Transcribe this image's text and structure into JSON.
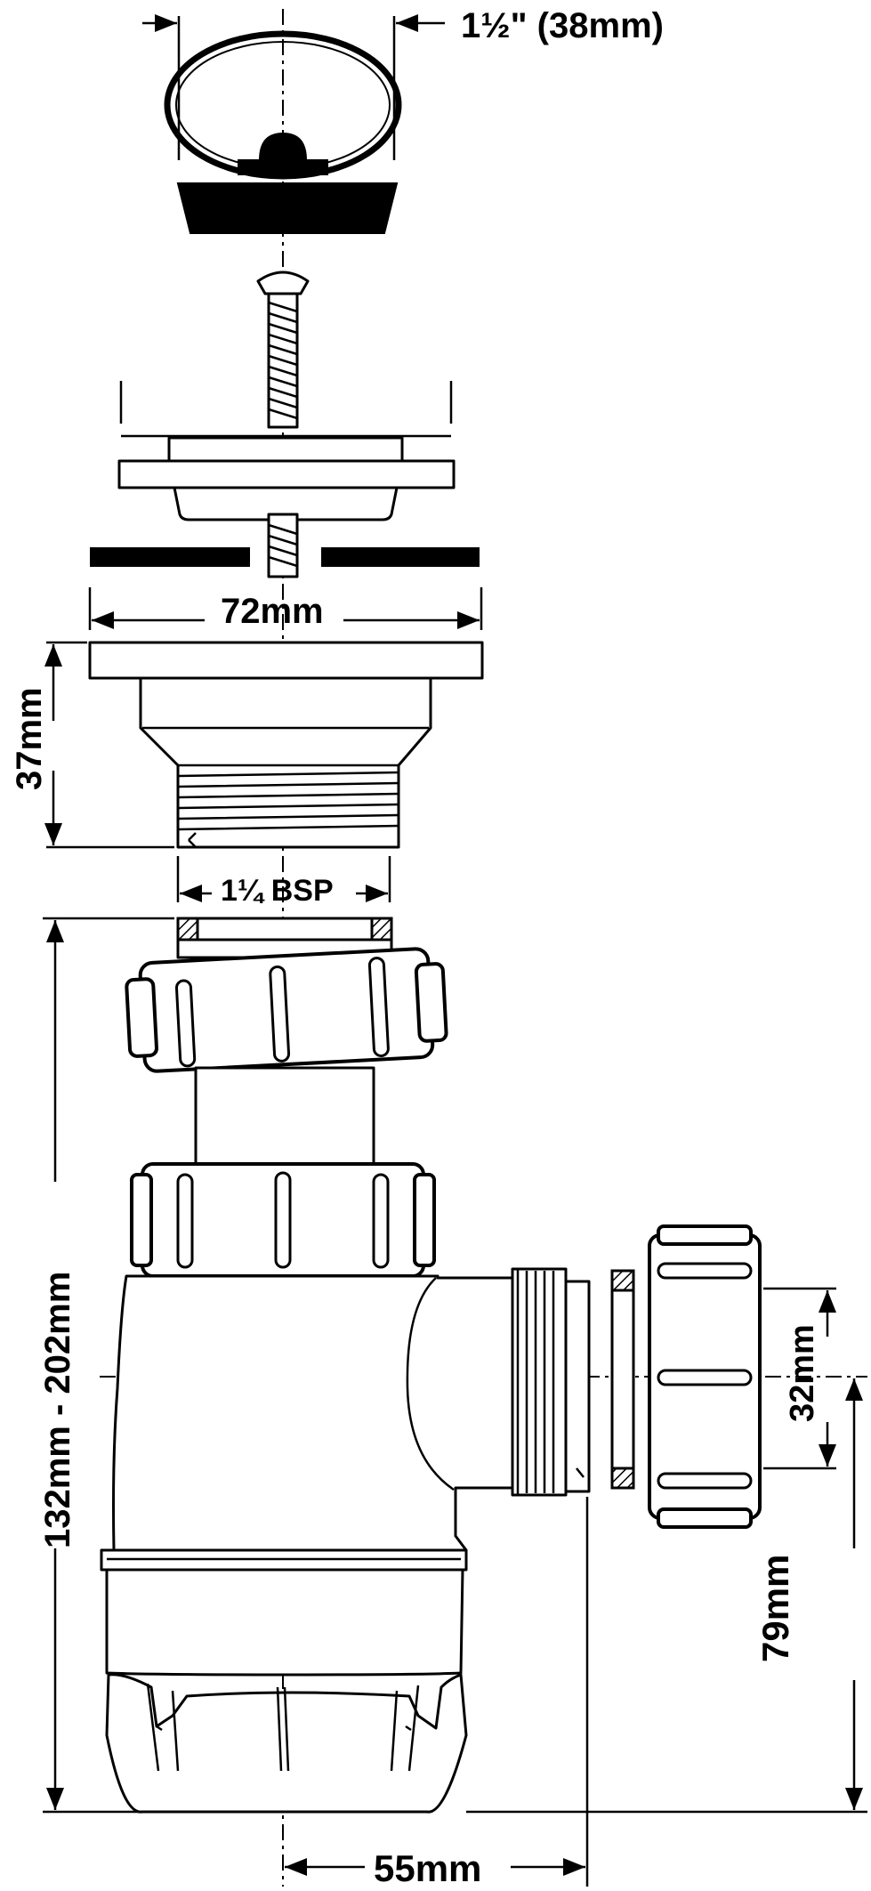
{
  "dimensions": {
    "plug_diameter": "1½\" (38mm)",
    "flange_width": "72mm",
    "waste_height": "37mm",
    "thread": "1¼ BSP",
    "trap_height": "132mm - 202mm",
    "outlet_size": "32mm",
    "outlet_height": "79mm",
    "offset": "55mm"
  },
  "colors": {
    "line": "#000000",
    "background": "#ffffff"
  },
  "parts": [
    "plug-and-chain-ring",
    "screw",
    "waste-grid",
    "sealing-washer",
    "waste-body",
    "trap-body",
    "outlet-nut"
  ]
}
